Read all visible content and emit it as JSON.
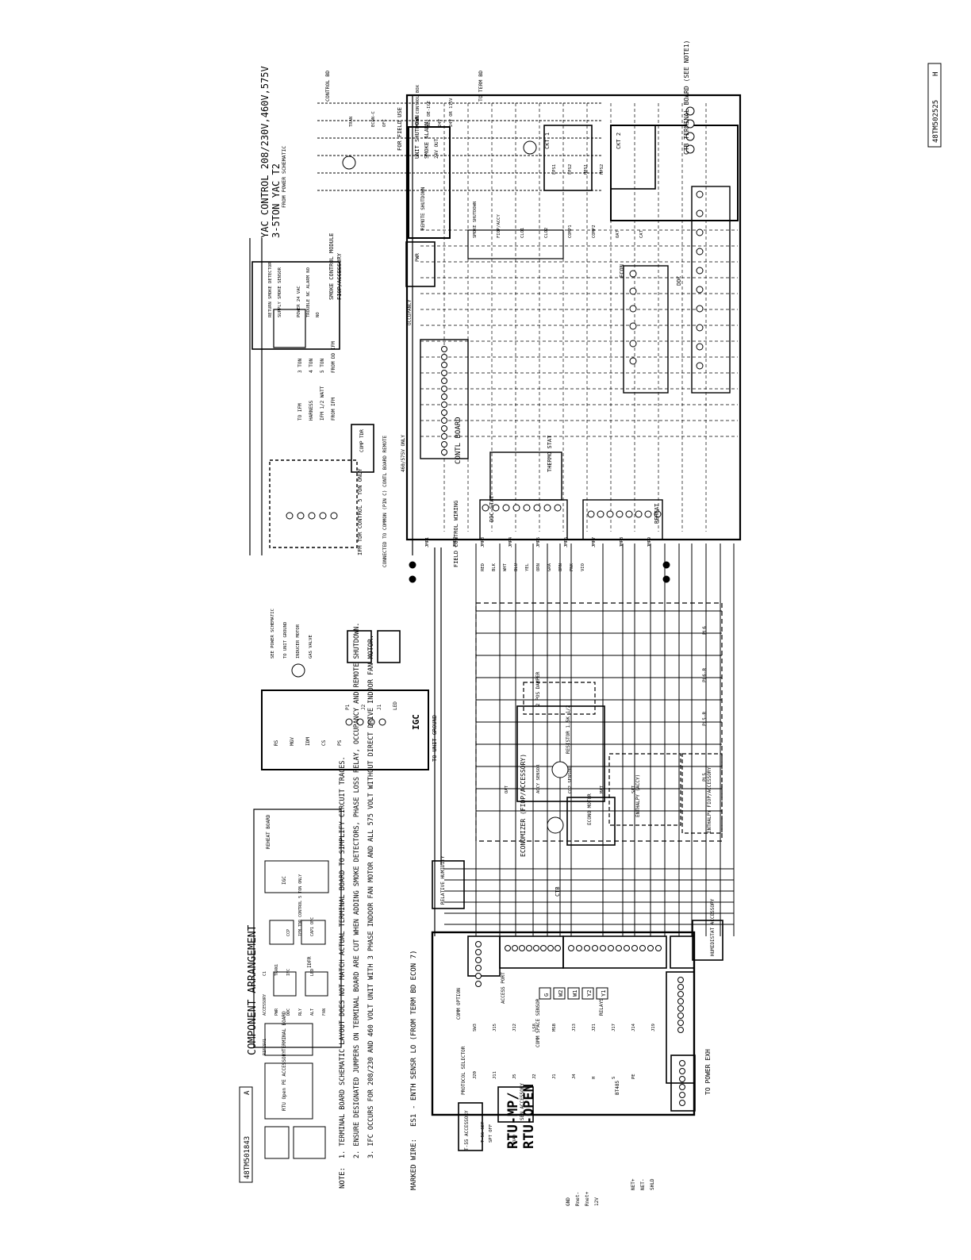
{
  "title": "YAC CONTROL 208/230V,460V,575V",
  "subtitle": "3-5TON YAC T2",
  "diagram_code": "48TM502525",
  "diagram_rev": "H",
  "page_code": "48TM501843",
  "page_rev": "A",
  "component_arrangement": {
    "title": "COMPONENT ARRANGEMENT",
    "items": [
      "RTU Open PE ACCESSORY",
      "TERMINAL BOARD",
      "CCP",
      "IFM TDR CONTROL 5 TON ONLY",
      "CAP1 OFC",
      "IDFR",
      "C1",
      "TRAN1",
      "IFC",
      "IGC",
      "LED",
      "REHEAT BOARD",
      "ACCESSORY",
      "PWR",
      "DDC",
      "RLY",
      "ALT",
      "FAN",
      "RIFCSV1"
    ]
  },
  "notes": {
    "header": "NOTE:",
    "items": [
      "1. TERMINAL BOARD SCHEMATIC LAYOUT DOES NOT MATCH ACTUAL TERMINAL BOARD TO SIMPLIFY CIRCUIT TRACES.",
      "2. ENSURE DESIGNATED JUMPERS ON TERMINAL BOARD ARE CUT WHEN ADDING SMOKE DETECTORS, PHASE LOSS RELAY, OCCUPANCY AND REMOTE SHUTDOWN.",
      "3. IFC OCCURS FOR 208/230 AND 460 VOLT UNIT WITH 3 PHASE INDOOR FAN MOTOR AND ALL 575 VOLT WITHOUT DIRECT DRIVE INDOOR FAN MOTOR."
    ]
  },
  "marked_wire": {
    "label": "MARKED WIRE:",
    "tag": "ES1",
    "text": "- ENTH SENSR LO (FROM TERM BD ECON 7)"
  },
  "rtu_board": {
    "title_1": "RTU-MP/",
    "title_2": "RTU-OPEN",
    "labels": [
      "PROTOCOL SELECTOR",
      "SW3",
      "COMM OPTION",
      "J15",
      "ACCESS PORT",
      "J12",
      "LS8",
      "MSB",
      "RELAYS",
      "COMM SPACE SENSOR",
      "J13",
      "BT485",
      "J21",
      "J17",
      "J14",
      "J19",
      "J20",
      "J11",
      "J5",
      "J2",
      "J1",
      "J4",
      "G",
      "W2",
      "W1",
      "Y2",
      "Y1",
      "H",
      "S",
      "PE"
    ],
    "relays": [
      "G",
      "W2",
      "W1",
      "Y2",
      "Y1"
    ],
    "bt485_wires": [
      "GND",
      "Rnet-",
      "Rnet+",
      "12V"
    ],
    "net_wires": [
      "NET+",
      "NET-",
      "SHLD"
    ],
    "power_label": "TO POWER EXH"
  },
  "accessory_blocks": [
    "T-55 ACCESSORY",
    "T-56 SET",
    "SPT OFF",
    "SEN ACCESSORY",
    "RELATIVE HUMIDITY",
    "OAQ",
    "HUMIDISTAT ACCESSORY",
    "CTB"
  ],
  "economizer": {
    "title": "ECONOMIZER (FIOP/ACCESSORY)",
    "labels": [
      "ECONO MOTOR",
      "OAT",
      "ENTHALPY (ACCY)",
      "ACCY SENSOR",
      "ENTHALPY FIOP/ACCESSORY",
      "RESISTOR 1.5K 1/2",
      "2 POS DAMPER",
      "CO2 SENSOR",
      "MAT",
      "SAT"
    ],
    "plugs": [
      "PL6",
      "PL6-R",
      "PL5-R",
      "PL5"
    ]
  },
  "igc": {
    "label": "IGC",
    "parts": [
      "P1",
      "J2",
      "J1",
      "LED",
      "RS",
      "MGV",
      "IDM",
      "CS",
      "PS"
    ],
    "ground": "TO UNIT GROUND",
    "captions": [
      "SEE POWER SCHEMATIC",
      "TO UNIT GROUND",
      "INDUCER MOTOR",
      "GAS VALVE"
    ]
  },
  "control_board": {
    "label": "CONTL BOARD",
    "sections": [
      "THERMO STAT",
      "DDC STAT",
      "REHEAT",
      "ECON",
      "DDC",
      "CTB TERMINAL BOARD (SEE NOTE1)",
      "OCCUPANCY",
      "REMOTE SHUTDOWN",
      "SMOKE SHUTDOWN",
      "UNIT SHUTDOWN",
      "SMOKE ALARM",
      "24V OUT",
      "FIOP/ACCY",
      "PWR",
      "CLO1",
      "CLO2",
      "COMP1",
      "COMP2",
      "OAT",
      "CAT"
    ],
    "jumpers": [
      "JMP1",
      "JMP2",
      "JMP3",
      "JMP4",
      "JMP5",
      "JMP6",
      "JMP7",
      "JMP8",
      "JMP9"
    ],
    "circuits": [
      "CKT 1",
      "CKT 2",
      "LPS1",
      "LPS2",
      "HPS1",
      "HPS2"
    ]
  },
  "smoke_module": {
    "labels": [
      "FIOP/ACCESSORY",
      "RETURN SMOKE DETECTOR",
      "SUPPLY SMOKE SENSOR",
      "SMOKE CONTROL MODULE",
      "POWER 24 VAC",
      "TROUBLE NC ALARM NO",
      "NO"
    ]
  },
  "field_wiring": {
    "labels": [
      "FIELD CONTROL WIRING",
      "CONNECTED TO COMMON (PIN C) CONTL BOARD REMOTE",
      "460/575V ONLY",
      "IFM TDR CONTROL 5 TON ONLY",
      "COMP TDR"
    ]
  },
  "power_top": {
    "labels": [
      "FROM POWER SCHEMATIC",
      "TRAN",
      "CONTROL BD",
      "ECON-C",
      "OFC",
      "TO TERM BD",
      "FOR FIELD USE",
      "FROM CONTROL BOX",
      "SEC DE-ICE",
      "24V",
      "24V OR 115V"
    ]
  },
  "wire_colors": [
    "RED",
    "BLK",
    "WHT",
    "BLU",
    "YEL",
    "ORN",
    "GRA",
    "BRN",
    "PNK",
    "VIO"
  ],
  "motor_labels": [
    "3 TON",
    "4 TON",
    "5 TON",
    "FROM DD IFM",
    "TO IFM",
    "HARNESS",
    "IFM 1/2 WATT",
    "FROM IFM"
  ]
}
